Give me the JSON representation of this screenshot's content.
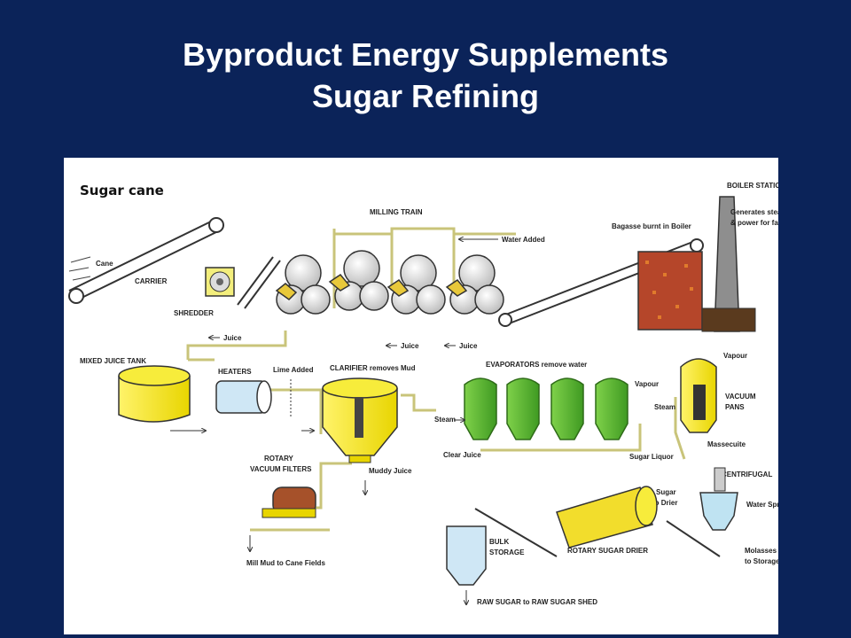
{
  "slide": {
    "title_line1": "Byproduct Energy Supplements",
    "title_line2": "Sugar Refining"
  },
  "diagram": {
    "caption": "Sugar cane",
    "labels": {
      "cane": "Cane",
      "carrier": "CARRIER",
      "shredder": "SHREDDER",
      "milling_train": "MILLING TRAIN",
      "water_added": "Water Added",
      "bagasse": "Bagasse burnt in Boiler",
      "boiler_station": "BOILER STATION",
      "generates": "Generates steam",
      "power": "& power for factory",
      "juice_1": "Juice",
      "juice_2": "Juice",
      "juice_3": "Juice",
      "mixed_juice_tank": "MIXED JUICE TANK",
      "heaters": "HEATERS",
      "lime_added": "Lime Added",
      "clarifier": "CLARIFIER removes Mud",
      "evaporators": "EVAPORATORS remove water",
      "vapour_1": "Vapour",
      "vapour_2": "Vapour",
      "vacuum": "VACUUM",
      "pans": "PANS",
      "steam_1": "Steam",
      "steam_2": "Steam",
      "massecuite": "Massecuite",
      "clear_juice": "Clear Juice",
      "sugar_liquor": "Sugar Liquor",
      "rotary": "ROTARY",
      "vacuum_filters": "VACUUM FILTERS",
      "muddy_juice": "Muddy Juice",
      "centrifugal": "CENTRIFUGAL",
      "sugar": "Sugar",
      "to_drier": "to Drier",
      "water_sprayed": "Water Sprayed",
      "rotary_sugar_drier": "ROTARY SUGAR DRIER",
      "bulk": "BULK",
      "storage": "STORAGE",
      "molasses": "Molasses",
      "to_storage": "to Storage",
      "mill_mud": "Mill Mud to Cane Fields",
      "raw_sugar": "RAW SUGAR  to RAW SUGAR SHED"
    }
  }
}
